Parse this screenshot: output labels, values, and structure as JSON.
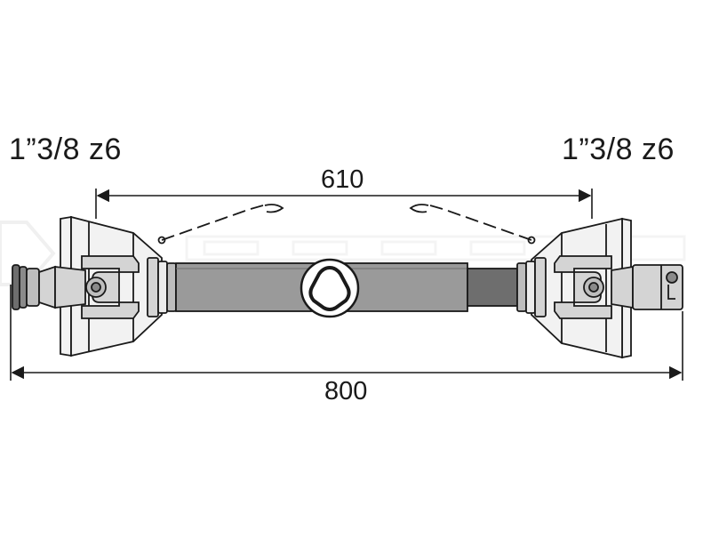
{
  "specs": {
    "left_connection": "1”3/8 z6",
    "right_connection": "1”3/8 z6"
  },
  "dimensions": {
    "inner_length": "610",
    "overall_length": "800"
  },
  "colors": {
    "line": "#1a1a1a",
    "tube_fill": "#9a9a9a",
    "inner_tube_fill": "#6e6e6e",
    "yoke_fill": "#d4d4d4",
    "guard_fill": "#f2f2f2",
    "watermark": "#ececec"
  }
}
